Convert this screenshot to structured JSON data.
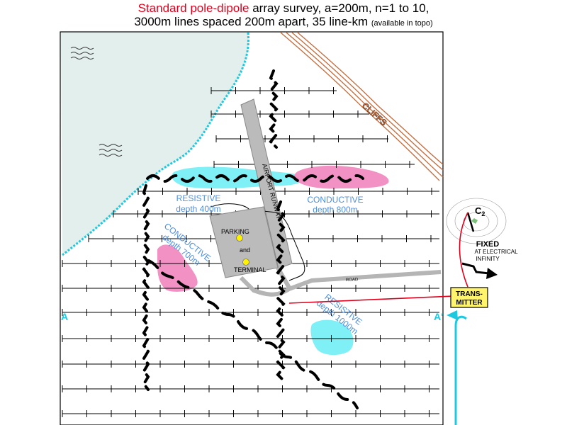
{
  "title": {
    "line1_highlight": "Standard pole-dipole",
    "line1_rest": " array survey, a=200m, n=1 to 10,",
    "line2_main": "3000m lines spaced 200m apart, 35 line-km ",
    "line2_note": "(available in topo)"
  },
  "labels": {
    "cliffs": "CLIFFS",
    "runway": "AIRPORT RUNWAY",
    "parking": "PARKING",
    "and": "and",
    "terminal": "TERMINAL",
    "road": "ROAD",
    "resistive_1": "RESISTIVE",
    "resistive_1_depth": "depth 400m",
    "conductive_1": "CONDUCTIVE",
    "conductive_1_depth": "depth 800m",
    "conductive_2": "CONDUCTIVE",
    "conductive_2_depth": "depth 700m",
    "resistive_2": "RESISTIVE",
    "resistive_2_depth": "depth 1000m",
    "section_a": "A",
    "section_a_prime": "A'",
    "c2_letter": "C",
    "c2_sub": "2",
    "fixed": "FIXED",
    "fixed_note_1": "AT ELECTRICAL",
    "fixed_note_2": "INFINITY",
    "transmitter_1": "TRANS-",
    "transmitter_2": "MITTER"
  },
  "colors": {
    "title_highlight": "#e0001b",
    "water": "#e3efed",
    "shoreline": "#1ec9df",
    "resistive": "#7ff0f5",
    "conductive": "#f291c4",
    "label_blue": "#4f8fe0",
    "cliff": "#c46a3a",
    "runway": "#bbbbbb",
    "transmitter_fill": "#fff46b",
    "wire": "#e0001b",
    "section_line": "#1ec9df"
  }
}
